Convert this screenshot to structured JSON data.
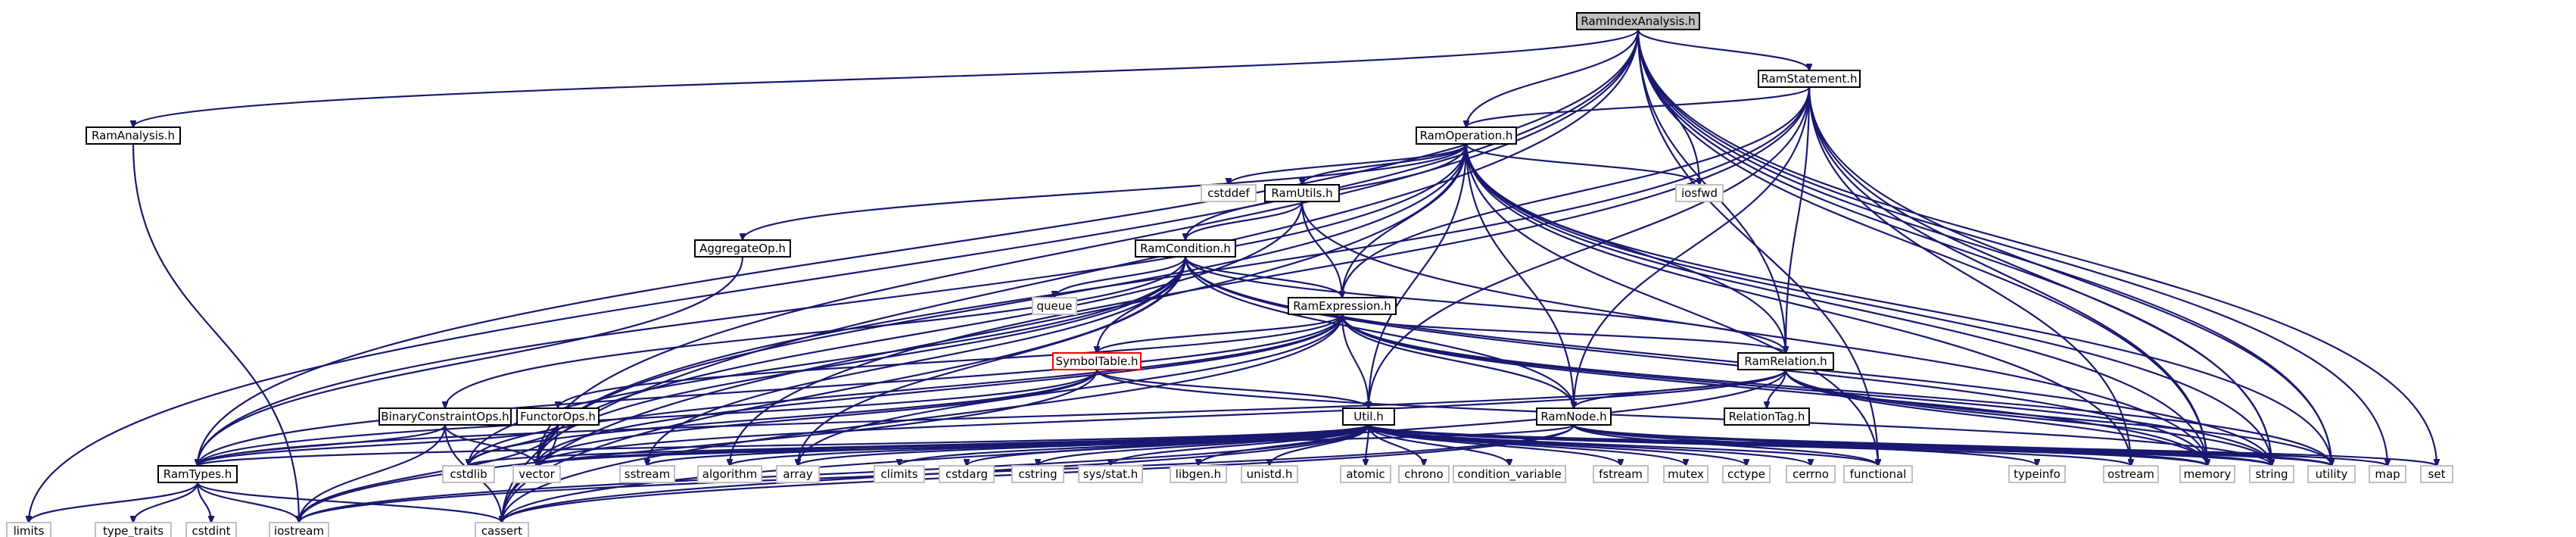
{
  "nodes": [
    {
      "id": "RamIndexAnalysis.h",
      "label": "RamIndexAnalysis.h",
      "kind": "root"
    },
    {
      "id": "RamStatement.h",
      "label": "RamStatement.h",
      "kind": "local"
    },
    {
      "id": "RamAnalysis.h",
      "label": "RamAnalysis.h",
      "kind": "local"
    },
    {
      "id": "RamOperation.h",
      "label": "RamOperation.h",
      "kind": "local"
    },
    {
      "id": "RamUtils.h",
      "label": "RamUtils.h",
      "kind": "local"
    },
    {
      "id": "AggregateOp.h",
      "label": "AggregateOp.h",
      "kind": "local"
    },
    {
      "id": "RamCondition.h",
      "label": "RamCondition.h",
      "kind": "local"
    },
    {
      "id": "RamExpression.h",
      "label": "RamExpression.h",
      "kind": "local"
    },
    {
      "id": "SymbolTable.h",
      "label": "SymbolTable.h",
      "kind": "undocumented"
    },
    {
      "id": "RamRelation.h",
      "label": "RamRelation.h",
      "kind": "local"
    },
    {
      "id": "BinaryConstraintOps.h",
      "label": "BinaryConstraintOps.h",
      "kind": "local"
    },
    {
      "id": "FunctorOps.h",
      "label": "FunctorOps.h",
      "kind": "local"
    },
    {
      "id": "RamNode.h",
      "label": "RamNode.h",
      "kind": "local"
    },
    {
      "id": "RelationTag.h",
      "label": "RelationTag.h",
      "kind": "local"
    },
    {
      "id": "Util.h",
      "label": "Util.h",
      "kind": "local"
    },
    {
      "id": "RamTypes.h",
      "label": "RamTypes.h",
      "kind": "local"
    },
    {
      "id": "cstddef",
      "label": "cstddef",
      "kind": "system"
    },
    {
      "id": "iosfwd",
      "label": "iosfwd",
      "kind": "system"
    },
    {
      "id": "queue",
      "label": "queue",
      "kind": "system"
    },
    {
      "id": "limits",
      "label": "limits",
      "kind": "system"
    },
    {
      "id": "type_traits",
      "label": "type_traits",
      "kind": "system"
    },
    {
      "id": "cstdint",
      "label": "cstdint",
      "kind": "system"
    },
    {
      "id": "iostream",
      "label": "iostream",
      "kind": "system"
    },
    {
      "id": "cassert",
      "label": "cassert",
      "kind": "system"
    },
    {
      "id": "cstdlib",
      "label": "cstdlib",
      "kind": "system"
    },
    {
      "id": "vector",
      "label": "vector",
      "kind": "system"
    },
    {
      "id": "sstream",
      "label": "sstream",
      "kind": "system"
    },
    {
      "id": "algorithm",
      "label": "algorithm",
      "kind": "system"
    },
    {
      "id": "array",
      "label": "array",
      "kind": "system"
    },
    {
      "id": "climits",
      "label": "climits",
      "kind": "system"
    },
    {
      "id": "cstdarg",
      "label": "cstdarg",
      "kind": "system"
    },
    {
      "id": "cstring",
      "label": "cstring",
      "kind": "system"
    },
    {
      "id": "sys/stat.h",
      "label": "sys/stat.h",
      "kind": "system"
    },
    {
      "id": "libgen.h",
      "label": "libgen.h",
      "kind": "system"
    },
    {
      "id": "unistd.h",
      "label": "unistd.h",
      "kind": "system"
    },
    {
      "id": "atomic",
      "label": "atomic",
      "kind": "system"
    },
    {
      "id": "chrono",
      "label": "chrono",
      "kind": "system"
    },
    {
      "id": "condition_variable",
      "label": "condition_variable",
      "kind": "system"
    },
    {
      "id": "fstream",
      "label": "fstream",
      "kind": "system"
    },
    {
      "id": "mutex",
      "label": "mutex",
      "kind": "system"
    },
    {
      "id": "cctype",
      "label": "cctype",
      "kind": "system"
    },
    {
      "id": "cerrno",
      "label": "cerrno",
      "kind": "system"
    },
    {
      "id": "functional",
      "label": "functional",
      "kind": "system"
    },
    {
      "id": "typeinfo",
      "label": "typeinfo",
      "kind": "system"
    },
    {
      "id": "ostream",
      "label": "ostream",
      "kind": "system"
    },
    {
      "id": "memory",
      "label": "memory",
      "kind": "system"
    },
    {
      "id": "string",
      "label": "string",
      "kind": "system"
    },
    {
      "id": "utility",
      "label": "utility",
      "kind": "system"
    },
    {
      "id": "map",
      "label": "map",
      "kind": "system"
    },
    {
      "id": "set",
      "label": "set",
      "kind": "system"
    }
  ],
  "edges": [
    [
      "RamIndexAnalysis.h",
      "RamStatement.h"
    ],
    [
      "RamIndexAnalysis.h",
      "RamAnalysis.h"
    ],
    [
      "RamIndexAnalysis.h",
      "RamOperation.h"
    ],
    [
      "RamIndexAnalysis.h",
      "RamRelation.h"
    ],
    [
      "RamIndexAnalysis.h",
      "RamTypes.h"
    ],
    [
      "RamIndexAnalysis.h",
      "limits"
    ],
    [
      "RamIndexAnalysis.h",
      "cassert"
    ],
    [
      "RamIndexAnalysis.h",
      "vector"
    ],
    [
      "RamIndexAnalysis.h",
      "iosfwd"
    ],
    [
      "RamIndexAnalysis.h",
      "functional"
    ],
    [
      "RamIndexAnalysis.h",
      "memory"
    ],
    [
      "RamIndexAnalysis.h",
      "string"
    ],
    [
      "RamIndexAnalysis.h",
      "utility"
    ],
    [
      "RamIndexAnalysis.h",
      "map"
    ],
    [
      "RamIndexAnalysis.h",
      "set"
    ],
    [
      "RamAnalysis.h",
      "iostream"
    ],
    [
      "RamStatement.h",
      "RamOperation.h"
    ],
    [
      "RamStatement.h",
      "RamExpression.h"
    ],
    [
      "RamStatement.h",
      "RamRelation.h"
    ],
    [
      "RamStatement.h",
      "RamNode.h"
    ],
    [
      "RamStatement.h",
      "Util.h"
    ],
    [
      "RamStatement.h",
      "vector"
    ],
    [
      "RamStatement.h",
      "algorithm"
    ],
    [
      "RamStatement.h",
      "memory"
    ],
    [
      "RamStatement.h",
      "ostream"
    ],
    [
      "RamStatement.h",
      "string"
    ],
    [
      "RamStatement.h",
      "utility"
    ],
    [
      "RamOperation.h",
      "RamUtils.h"
    ],
    [
      "RamOperation.h",
      "AggregateOp.h"
    ],
    [
      "RamOperation.h",
      "RamCondition.h"
    ],
    [
      "RamOperation.h",
      "RamExpression.h"
    ],
    [
      "RamOperation.h",
      "RamRelation.h"
    ],
    [
      "RamOperation.h",
      "RamNode.h"
    ],
    [
      "RamOperation.h",
      "RamTypes.h"
    ],
    [
      "RamOperation.h",
      "Util.h"
    ],
    [
      "RamOperation.h",
      "cstddef"
    ],
    [
      "RamOperation.h",
      "iosfwd"
    ],
    [
      "RamOperation.h",
      "vector"
    ],
    [
      "RamOperation.h",
      "cassert"
    ],
    [
      "RamOperation.h",
      "functional"
    ],
    [
      "RamOperation.h",
      "memory"
    ],
    [
      "RamOperation.h",
      "ostream"
    ],
    [
      "RamOperation.h",
      "string"
    ],
    [
      "RamOperation.h",
      "utility"
    ],
    [
      "AggregateOp.h",
      "RamTypes.h"
    ],
    [
      "RamUtils.h",
      "RamCondition.h"
    ],
    [
      "RamUtils.h",
      "RamExpression.h"
    ],
    [
      "RamUtils.h",
      "vector"
    ],
    [
      "RamUtils.h",
      "memory"
    ],
    [
      "RamCondition.h",
      "RamExpression.h"
    ],
    [
      "RamCondition.h",
      "SymbolTable.h"
    ],
    [
      "RamCondition.h",
      "BinaryConstraintOps.h"
    ],
    [
      "RamCondition.h",
      "RamRelation.h"
    ],
    [
      "RamCondition.h",
      "RamNode.h"
    ],
    [
      "RamCondition.h",
      "queue"
    ],
    [
      "RamCondition.h",
      "cassert"
    ],
    [
      "RamCondition.h",
      "vector"
    ],
    [
      "RamCondition.h",
      "array"
    ],
    [
      "RamCondition.h",
      "cstdlib"
    ],
    [
      "RamCondition.h",
      "memory"
    ],
    [
      "RamCondition.h",
      "sstream"
    ],
    [
      "RamCondition.h",
      "string"
    ],
    [
      "RamExpression.h",
      "SymbolTable.h"
    ],
    [
      "RamExpression.h",
      "FunctorOps.h"
    ],
    [
      "RamExpression.h",
      "RamRelation.h"
    ],
    [
      "RamExpression.h",
      "RamNode.h"
    ],
    [
      "RamExpression.h",
      "RamTypes.h"
    ],
    [
      "RamExpression.h",
      "Util.h"
    ],
    [
      "RamExpression.h",
      "array"
    ],
    [
      "RamExpression.h",
      "cassert"
    ],
    [
      "RamExpression.h",
      "cstdlib"
    ],
    [
      "RamExpression.h",
      "vector"
    ],
    [
      "RamExpression.h",
      "memory"
    ],
    [
      "RamExpression.h",
      "string"
    ],
    [
      "RamExpression.h",
      "utility"
    ],
    [
      "SymbolTable.h",
      "RamTypes.h"
    ],
    [
      "SymbolTable.h",
      "Util.h"
    ],
    [
      "SymbolTable.h",
      "iostream"
    ],
    [
      "SymbolTable.h",
      "cstdlib"
    ],
    [
      "SymbolTable.h",
      "vector"
    ],
    [
      "SymbolTable.h",
      "string"
    ],
    [
      "RamRelation.h",
      "RamNode.h"
    ],
    [
      "RamRelation.h",
      "RelationTag.h"
    ],
    [
      "RamRelation.h",
      "RamTypes.h"
    ],
    [
      "RamRelation.h",
      "cassert"
    ],
    [
      "RamRelation.h",
      "vector"
    ],
    [
      "RamRelation.h",
      "memory"
    ],
    [
      "RamRelation.h",
      "string"
    ],
    [
      "RamRelation.h",
      "utility"
    ],
    [
      "BinaryConstraintOps.h",
      "RamTypes.h"
    ],
    [
      "BinaryConstraintOps.h",
      "cassert"
    ],
    [
      "BinaryConstraintOps.h",
      "iostream"
    ],
    [
      "BinaryConstraintOps.h",
      "vector"
    ],
    [
      "FunctorOps.h",
      "RamTypes.h"
    ],
    [
      "FunctorOps.h",
      "cassert"
    ],
    [
      "FunctorOps.h",
      "cstdlib"
    ],
    [
      "FunctorOps.h",
      "iostream"
    ],
    [
      "RamNode.h",
      "cassert"
    ],
    [
      "RamNode.h",
      "functional"
    ],
    [
      "RamNode.h",
      "iostream"
    ],
    [
      "RamNode.h",
      "memory"
    ],
    [
      "RamNode.h",
      "string"
    ],
    [
      "RamNode.h",
      "typeinfo"
    ],
    [
      "RamNode.h",
      "utility"
    ],
    [
      "RamNode.h",
      "vector"
    ],
    [
      "Util.h",
      "RamTypes.h"
    ],
    [
      "Util.h",
      "iostream"
    ],
    [
      "Util.h",
      "cassert"
    ],
    [
      "Util.h",
      "cstdlib"
    ],
    [
      "Util.h",
      "vector"
    ],
    [
      "Util.h",
      "sstream"
    ],
    [
      "Util.h",
      "algorithm"
    ],
    [
      "Util.h",
      "array"
    ],
    [
      "Util.h",
      "climits"
    ],
    [
      "Util.h",
      "cstdarg"
    ],
    [
      "Util.h",
      "cstring"
    ],
    [
      "Util.h",
      "sys/stat.h"
    ],
    [
      "Util.h",
      "libgen.h"
    ],
    [
      "Util.h",
      "unistd.h"
    ],
    [
      "Util.h",
      "atomic"
    ],
    [
      "Util.h",
      "chrono"
    ],
    [
      "Util.h",
      "condition_variable"
    ],
    [
      "Util.h",
      "fstream"
    ],
    [
      "Util.h",
      "mutex"
    ],
    [
      "Util.h",
      "cctype"
    ],
    [
      "Util.h",
      "cerrno"
    ],
    [
      "Util.h",
      "functional"
    ],
    [
      "Util.h",
      "ostream"
    ],
    [
      "Util.h",
      "memory"
    ],
    [
      "Util.h",
      "map"
    ],
    [
      "Util.h",
      "set"
    ],
    [
      "Util.h",
      "string"
    ],
    [
      "Util.h",
      "utility"
    ],
    [
      "RamTypes.h",
      "limits"
    ],
    [
      "RamTypes.h",
      "type_traits"
    ],
    [
      "RamTypes.h",
      "cstdint"
    ],
    [
      "RamTypes.h",
      "iostream"
    ],
    [
      "RamTypes.h",
      "cassert"
    ]
  ]
}
